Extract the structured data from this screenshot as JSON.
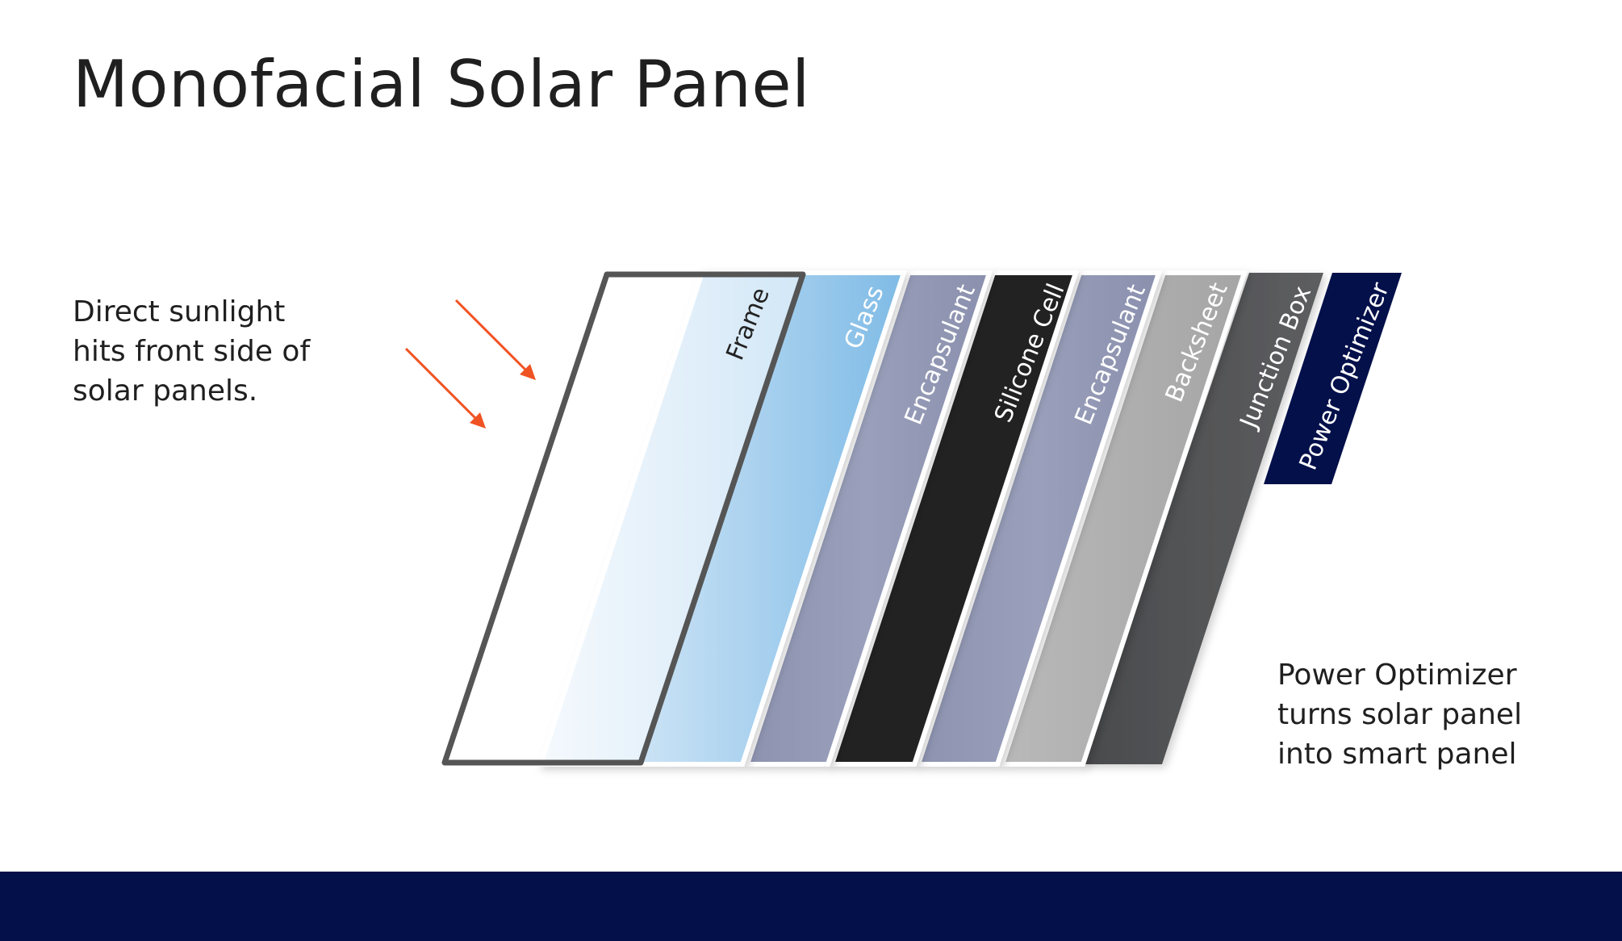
{
  "title": "Monofacial Solar Panel",
  "notes": {
    "left": [
      "Direct sunlight",
      "hits front side of",
      "solar panels."
    ],
    "right": [
      "Power Optimizer",
      "turns solar panel",
      "into smart panel"
    ]
  },
  "layers": [
    {
      "label": "Frame",
      "label_color": "#222222"
    },
    {
      "label": "Glass",
      "label_color": "#ffffff"
    },
    {
      "label": "Encapsulant",
      "label_color": "#ffffff"
    },
    {
      "label": "Silicone Cell",
      "label_color": "#ffffff"
    },
    {
      "label": "Encapsulant",
      "label_color": "#ffffff"
    },
    {
      "label": "Backsheet",
      "label_color": "#ffffff"
    },
    {
      "label": "Junction Box",
      "label_color": "#ffffff"
    },
    {
      "label": "Power Optimizer",
      "label_color": "#ffffff"
    }
  ],
  "colors": {
    "footer": "#03104a",
    "arrow": "#f05323",
    "frame_stroke": "#555555",
    "glass_light": "#e8f2fb",
    "glass_dark": "#7fbbe6",
    "encapsulant": "#9aa0bb",
    "silicone_cell": "#222222",
    "backsheet": "#a5a5a5",
    "junction_box": "#5d5e60",
    "power_optimizer": "#03104a"
  }
}
